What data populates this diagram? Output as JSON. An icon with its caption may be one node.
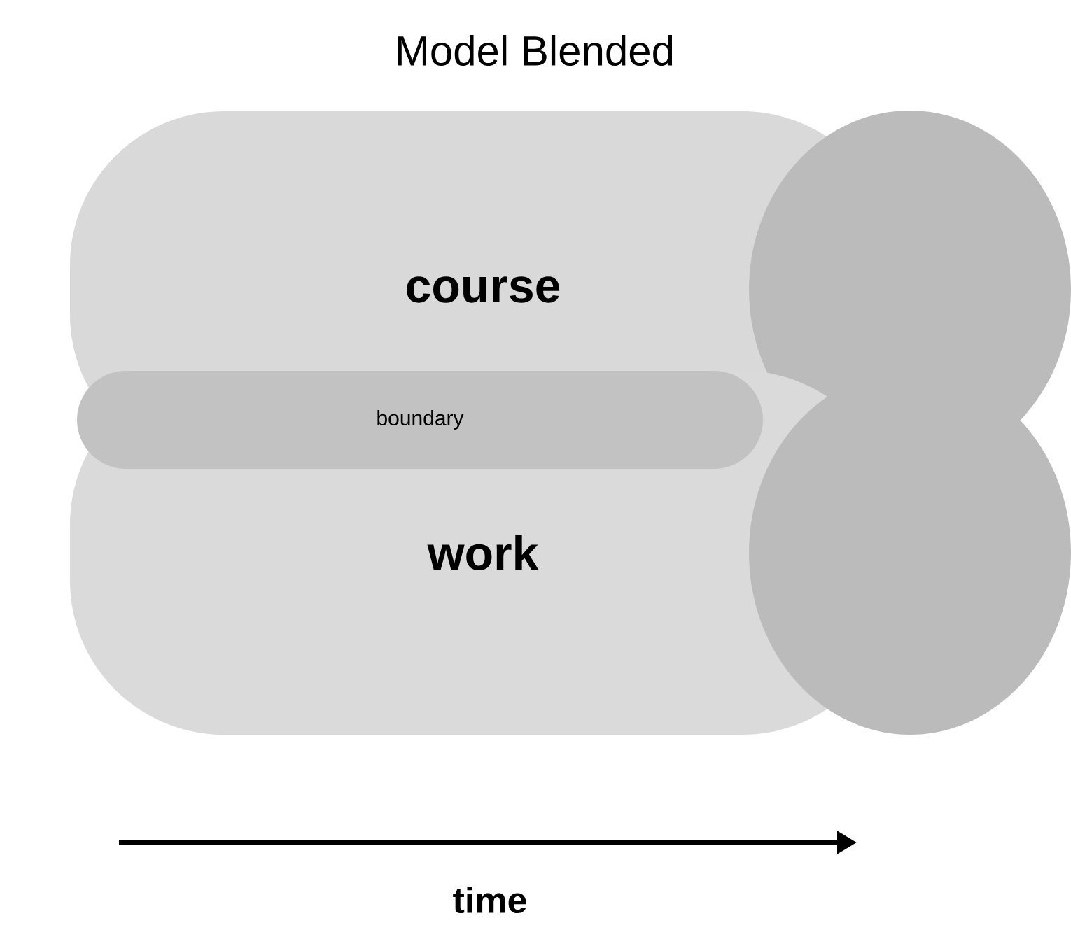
{
  "diagram": {
    "title": "Model Blended",
    "nodes": [
      {
        "text": [
          "course"
        ]
      },
      {
        "text": [
          "work"
        ]
      },
      {
        "text": [
          "boundary"
        ]
      }
    ],
    "labels": [
      "time"
    ]
  }
}
